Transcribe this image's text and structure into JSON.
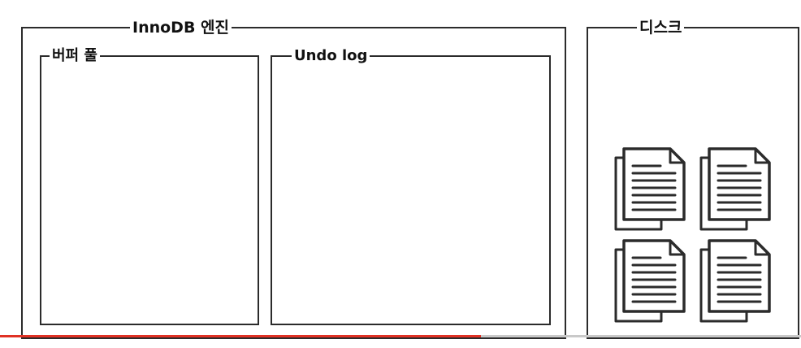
{
  "innodb": {
    "title": "InnoDB 엔진"
  },
  "buffer_pool": {
    "title": "버퍼 풀"
  },
  "undo_log": {
    "title": "Undo log"
  },
  "disk": {
    "title": "디스크",
    "files": [
      {
        "icon": "document-icon"
      },
      {
        "icon": "document-icon"
      },
      {
        "icon": "document-icon"
      },
      {
        "icon": "document-icon"
      }
    ]
  },
  "playback": {
    "progress": 0.6,
    "fill_color": "#e03124",
    "track_color": "#c9c9c9"
  }
}
